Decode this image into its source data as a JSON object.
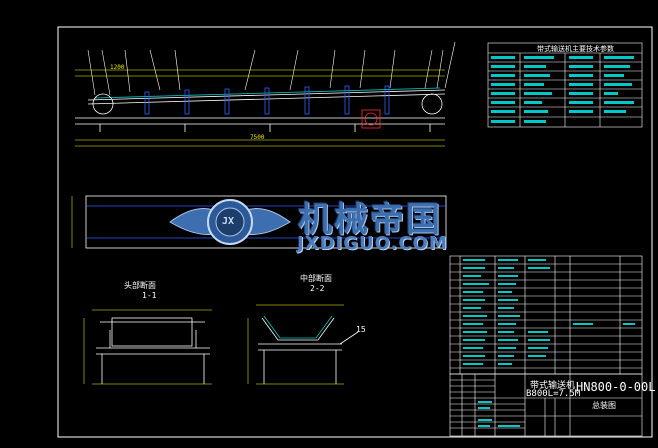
{
  "drawing": {
    "top_table_title": "带式输送机主要技术参数",
    "section_left_title": "头部断面",
    "section_left_sub": "1-1",
    "section_mid_title": "中部断面",
    "section_mid_sub": "2-2",
    "drawing_number": "HN800-0-00L",
    "product_line1": "带式输送机",
    "product_line2": "B800L=7.5M",
    "sheet_label": "总装图",
    "callout_15": "15",
    "dim_left_top": "1200",
    "dim_mid": "7500"
  },
  "watermark": {
    "cn": "机械帝国",
    "en": "JXDIGUO.COM",
    "badge": "JX"
  },
  "colors": {
    "bg": "#000000",
    "line": "#ffffff",
    "dim": "#ffff00",
    "blue": "#3060ff",
    "cyan": "#00c8c8",
    "red": "#ff3030",
    "green": "#00ff00"
  }
}
